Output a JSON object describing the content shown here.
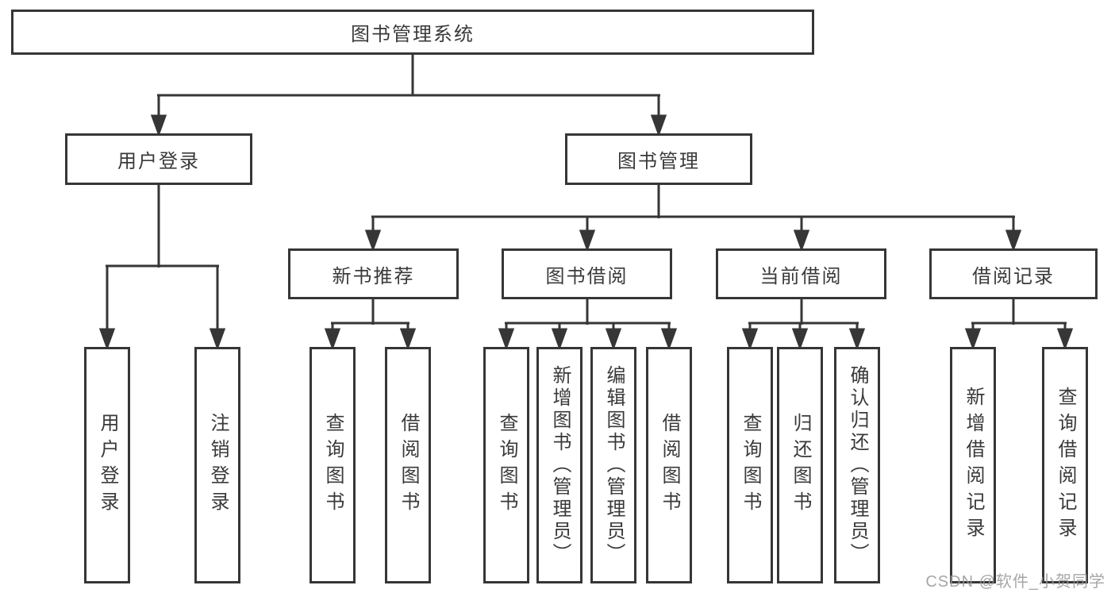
{
  "diagram": {
    "type": "hierarchy-tree",
    "watermark": "CSDN @软件_小贺同学",
    "colors": {
      "background": "#ffffff",
      "line": "#363636",
      "box_border": "#363636",
      "text": "#3a3a3a",
      "watermark": "#969696"
    },
    "nodes": {
      "root": {
        "label": "图书管理系统",
        "children": [
          "user_login",
          "book_mgmt"
        ]
      },
      "user_login": {
        "label": "用户登录",
        "children": [
          "leaf_user_login",
          "leaf_logout"
        ]
      },
      "book_mgmt": {
        "label": "图书管理",
        "children": [
          "new_book_rec",
          "book_borrow",
          "current_borrow",
          "borrow_records"
        ]
      },
      "new_book_rec": {
        "label": "新书推荐",
        "children": [
          "leaf_query_book_1",
          "leaf_borrow_book_1"
        ]
      },
      "book_borrow": {
        "label": "图书借阅",
        "children": [
          "leaf_query_book_2",
          "leaf_add_book",
          "leaf_edit_book",
          "leaf_borrow_book_2"
        ]
      },
      "current_borrow": {
        "label": "当前借阅",
        "children": [
          "leaf_query_book_3",
          "leaf_return_book",
          "leaf_confirm_return"
        ]
      },
      "borrow_records": {
        "label": "借阅记录",
        "children": [
          "leaf_add_record",
          "leaf_query_record"
        ]
      },
      "leaf_user_login": {
        "label": "用户登录"
      },
      "leaf_logout": {
        "label": "注销登录"
      },
      "leaf_query_book_1": {
        "label": "查询图书"
      },
      "leaf_borrow_book_1": {
        "label": "借阅图书"
      },
      "leaf_query_book_2": {
        "label": "查询图书"
      },
      "leaf_add_book": {
        "label": "新增图书（管理员）"
      },
      "leaf_edit_book": {
        "label": "编辑图书（管理员）"
      },
      "leaf_borrow_book_2": {
        "label": "借阅图书"
      },
      "leaf_query_book_3": {
        "label": "查询图书"
      },
      "leaf_return_book": {
        "label": "归还图书"
      },
      "leaf_confirm_return": {
        "label": "确认归还（管理员）"
      },
      "leaf_add_record": {
        "label": "新增借阅记录"
      },
      "leaf_query_record": {
        "label": "查询借阅记录"
      }
    }
  }
}
